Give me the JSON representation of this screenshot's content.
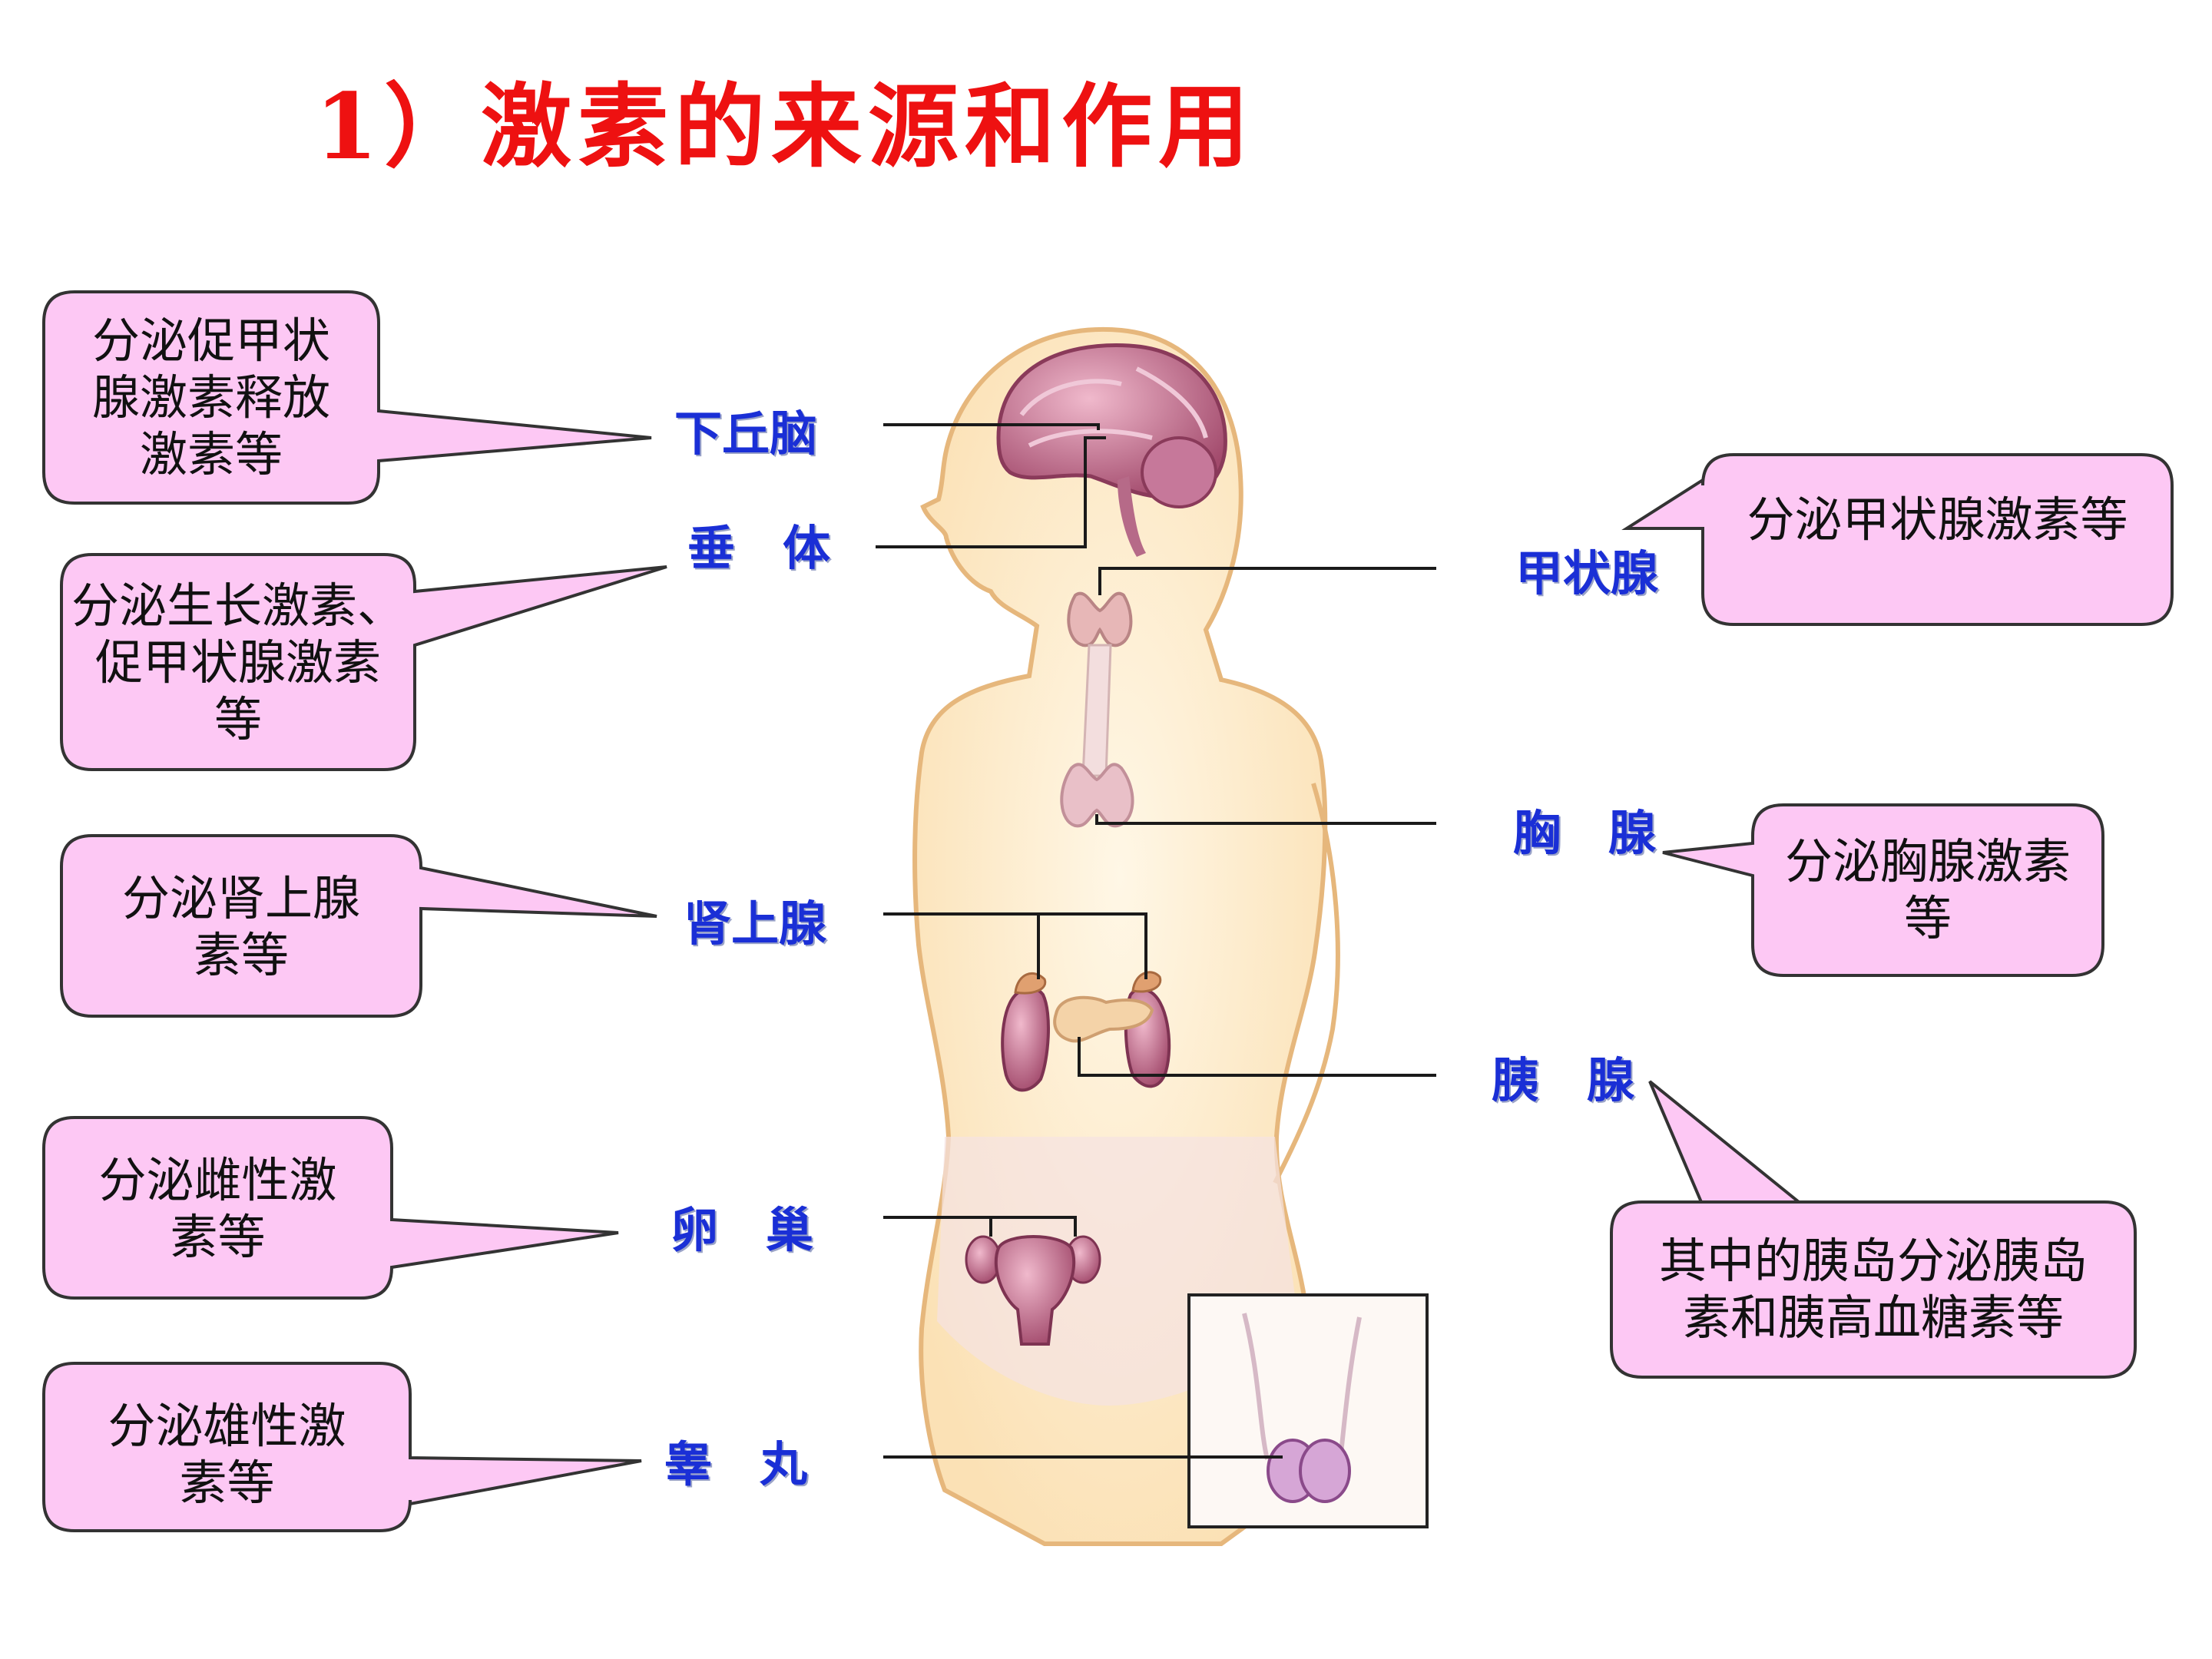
{
  "title": "1）激素的来源和作用",
  "colors": {
    "title": "#ee1111",
    "label": "#1a2fd6",
    "callout_fill": "#fdc8f4",
    "callout_border": "#333333",
    "skin": "#fcebc8",
    "skin_outline": "#e6b77c",
    "organ": "#b25a7a"
  },
  "glands": {
    "hypothalamus": {
      "label": "下丘脑",
      "function": "分泌促甲状\n腺激素释放\n激素等"
    },
    "pituitary": {
      "label": "垂　体",
      "function": "分泌生长激素、\n促甲状腺激素\n等"
    },
    "adrenal": {
      "label": "肾上腺",
      "function": "分泌肾上腺\n素等"
    },
    "ovary": {
      "label": "卵　巢",
      "function": "分泌雌性激\n素等"
    },
    "testis": {
      "label": "睾　丸",
      "function": "分泌雄性激\n素等"
    },
    "thyroid": {
      "label": "甲状腺",
      "function": "分泌甲状腺激素等"
    },
    "thymus": {
      "label": "胸　腺",
      "function": "分泌胸腺激素\n等"
    },
    "pancreas": {
      "label": "胰　腺",
      "function": "其中的胰岛分泌胰岛\n素和胰高血糖素等"
    }
  }
}
